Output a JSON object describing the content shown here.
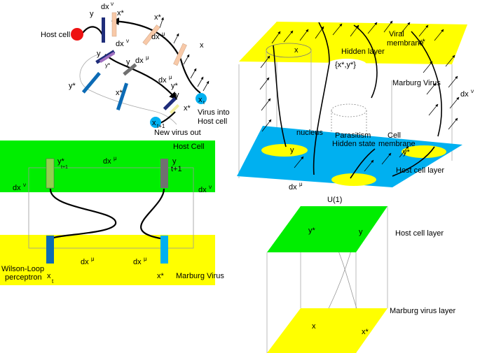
{
  "colors": {
    "green": "#00ee00",
    "yellow": "#ffff00",
    "blue": "#00b0f0",
    "navy": "#1f2d7a",
    "orange": "#f8c9a8",
    "host_red": "#ee1111",
    "bar_light_green": "#92d050",
    "bar_gray": "#707070",
    "bar_dark_blue": "#0c6bb5"
  },
  "top_left": {
    "host_cell": "Host cell",
    "y": "y",
    "y_star": "y*",
    "x_star": "x*",
    "x": "x",
    "dx_nu": "dx",
    "dx_mu": "dx",
    "nu": "ν",
    "mu": "μ",
    "xt": "x",
    "t": "t",
    "t1": "t+1",
    "virus_into": "Virus into",
    "host_cell_2": "Host cell",
    "new_virus_out": "New virus out"
  },
  "middle_left": {
    "host_cell": "Host Cell",
    "y_star": "y*",
    "t1_small": "t+1",
    "y": "y",
    "t1": "t+1",
    "dx_mu": "dx",
    "dx_nu": "dx",
    "mu": "μ",
    "nu": "ν",
    "wilson_1": "Wilson-Loop",
    "wilson_2": "perceptron",
    "xt": "x",
    "t": "t",
    "x_star": "x*",
    "marburg": "Marburg Virus"
  },
  "right_3d": {
    "viral_1": "Viral",
    "viral_2": "membrane",
    "x_star": "x*",
    "x": "x",
    "hidden_layer": "Hidden layer",
    "xy_pair": "{x*,y*}",
    "marburg": "Marburg Virus",
    "dx_nu": "dx",
    "nu": "ν",
    "nucleus": "nucleus",
    "parasitism_1": "Parasitism",
    "parasitism_2": "Hidden state",
    "cell_1": "Cell",
    "cell_2": "membrane",
    "y": "y",
    "y_star": "y*",
    "host_cell_layer": "Host cell layer",
    "dx_mu": "dx",
    "mu": "μ",
    "u1": "U(1)"
  },
  "bottom_right": {
    "y_star": "y*",
    "y": "y",
    "host_cell_layer": "Host cell layer",
    "marburg_layer": "Marburg virus layer",
    "x": "x",
    "x_star": "x*"
  }
}
